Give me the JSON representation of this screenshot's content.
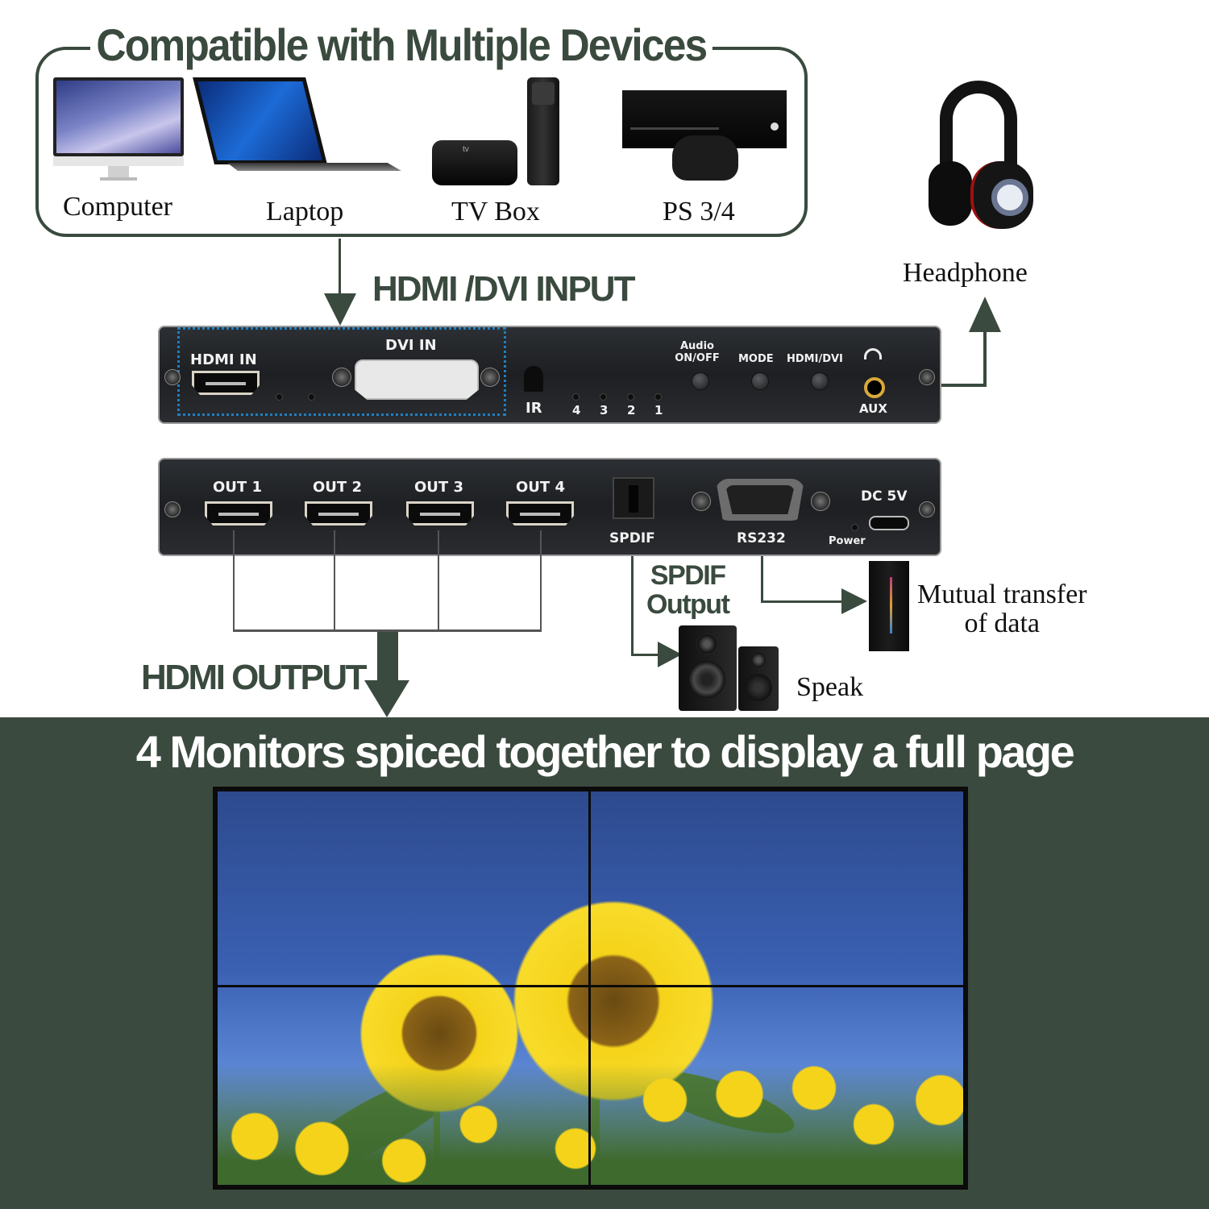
{
  "title": "Compatible with Multiple Devices",
  "devices": [
    {
      "label": "Computer",
      "icon": "computer-icon"
    },
    {
      "label": "Laptop",
      "icon": "laptop-icon"
    },
    {
      "label": "TV Box",
      "icon": "tv-box-icon"
    },
    {
      "label": "PS 3/4",
      "icon": "game-console-icon"
    }
  ],
  "input_label": "HDMI /DVI INPUT",
  "headphone": {
    "label": "Headphone",
    "icon": "headphone-icon"
  },
  "front_panel": {
    "hdmi_in": "HDMI IN",
    "dvi_in": "DVI IN",
    "ir": "IR",
    "leds": [
      "4",
      "3",
      "2",
      "1"
    ],
    "audio_btn": "Audio ON/OFF",
    "audio_btn_line1": "Audio",
    "audio_btn_line2": "ON/OFF",
    "mode_btn": "MODE",
    "source_btn": "HDMI/DVI",
    "aux": "AUX"
  },
  "back_panel": {
    "outputs": [
      "OUT 1",
      "OUT 2",
      "OUT 3",
      "OUT 4"
    ],
    "spdif": "SPDIF",
    "rs232": "RS232",
    "power": "Power",
    "dc": "DC 5V"
  },
  "spdif_output_label_line1": "SPDIF",
  "spdif_output_label_line2": "Output",
  "data_transfer_line1": "Mutual transfer",
  "data_transfer_line2": "of data",
  "speaker_label": "Speak",
  "hdmi_output_label": "HDMI OUTPUT",
  "bottom_heading": "4 Monitors spiced together to display a full page",
  "colors": {
    "brand_green": "#3a4a3e",
    "panel_dark": "#1f2124",
    "sky_blue": "#3a60b2",
    "sunflower_yellow": "#f5d31a"
  }
}
